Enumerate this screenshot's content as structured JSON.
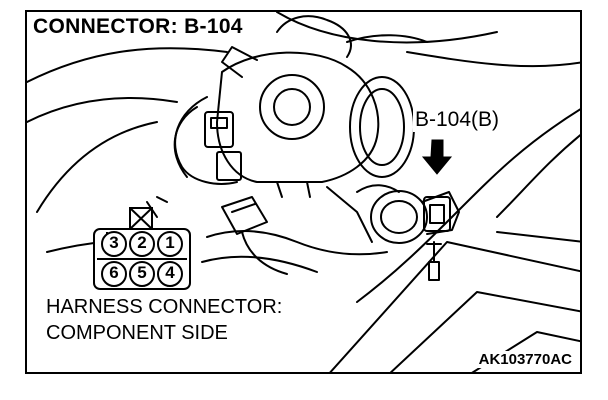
{
  "title": "CONNECTOR: B-104",
  "callout_label": "B-104(B)",
  "harness_label": [
    "HARNESS CONNECTOR:",
    "COMPONENT SIDE"
  ],
  "figure_id": "AK103770AC",
  "connector_pins": {
    "top_row": [
      "3",
      "2",
      "1"
    ],
    "bottom_row": [
      "6",
      "5",
      "4"
    ]
  }
}
